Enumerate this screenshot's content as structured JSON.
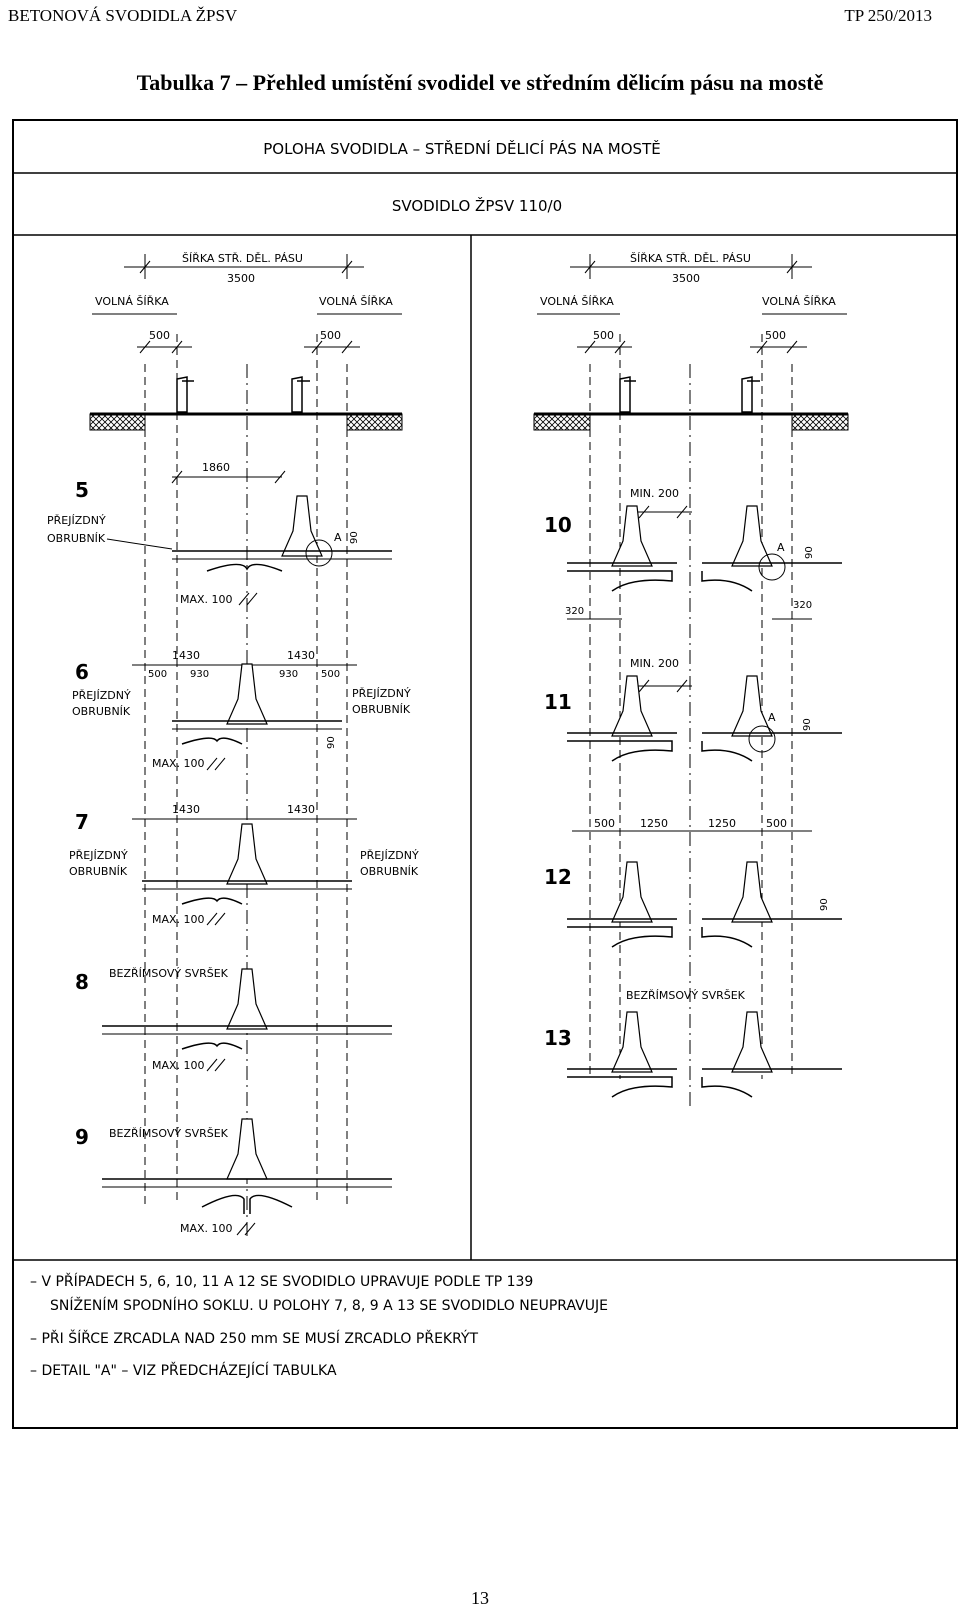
{
  "header": {
    "left": "BETONOVÁ SVODIDLA ŽPSV",
    "right": "TP 250/2013"
  },
  "title": "Tabulka 7 – Přehled umístění svodidel ve středním dělicím pásu na mostě",
  "table": {
    "row1": "POLOHA SVODIDLA – STŘEDNÍ DĚLICÍ PÁS NA MOSTĚ",
    "row2": "SVODIDLO ŽPSV 110/0"
  },
  "dims": {
    "sirka": "ŠÍŘKA STŘ. DĚL. PÁSU",
    "w3500": "3500",
    "volna": "VOLNÁ ŠÍŘKA",
    "d500": "500",
    "d1860": "1860",
    "d90": "90",
    "maxl": "MAX. 100",
    "d1430": "1430",
    "d930": "930",
    "min200": "MIN. 200",
    "d320": "320",
    "d1250": "1250",
    "a": "A"
  },
  "labels": {
    "prejizdny": "PŘEJÍZDNÝ",
    "obrubnik": "OBRUBNÍK",
    "bezrimsovy": "BEZŘÍMSOVÝ SVRŠEK"
  },
  "cases": [
    "5",
    "6",
    "7",
    "8",
    "9",
    "10",
    "11",
    "12",
    "13"
  ],
  "notes": [
    "– V PŘÍPADECH 5, 6, 10, 11 A 12 SE SVODIDLO UPRAVUJE PODLE TP 139",
    "SNÍŽENÍM SPODNÍHO SOKLU. U POLOHY 7, 8, 9 A 13 SE SVODIDLO NEUPRAVUJE",
    "– PŘI ŠÍŘCE ZRCADLA NAD 250 mm SE MUSÍ ZRCADLO PŘEKRÝT",
    "– DETAIL \"A\" – VIZ PŘEDCHÁZEJÍCÍ TABULKA"
  ],
  "page_number": "13"
}
